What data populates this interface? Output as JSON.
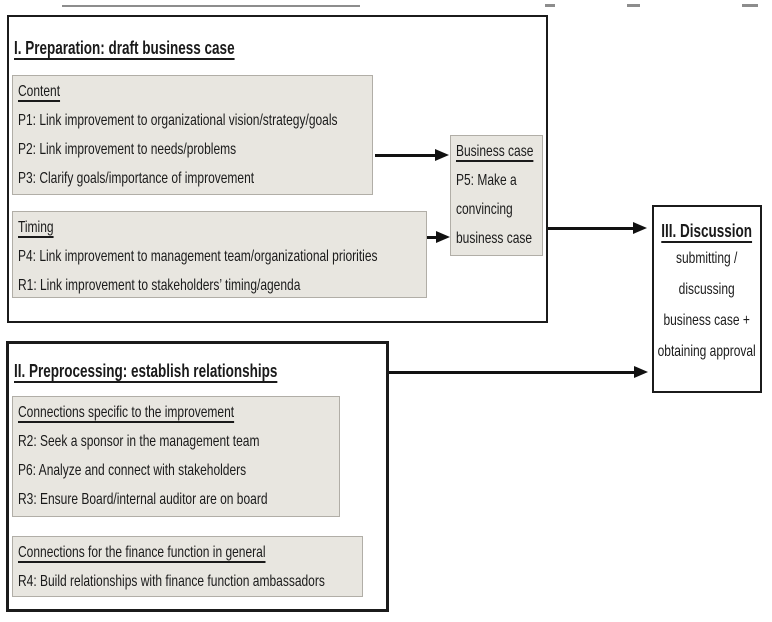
{
  "diagram": {
    "colors": {
      "background": "#ffffff",
      "panel_fill": "#e8e6e0",
      "panel_border": "#b1aea7",
      "stage_border": "#1b1b1b",
      "text": "#1a1a1a",
      "arrow": "#111111"
    },
    "stage1": {
      "title": "I. Preparation: draft business case",
      "content_group": {
        "header": "Content",
        "items": [
          "P1: Link improvement to organizational vision/strategy/goals",
          "P2: Link improvement to needs/problems",
          "P3: Clarify goals/importance of improvement"
        ]
      },
      "timing_group": {
        "header": "Timing",
        "items": [
          "P4: Link improvement to management team/organizational priorities",
          "R1: Link improvement to stakeholders’ timing/agenda"
        ]
      }
    },
    "business_case": {
      "header": "Business case",
      "body": "P5: Make a convincing business case"
    },
    "stage2": {
      "title": "II. Preprocessing: establish relationships",
      "specific_group": {
        "header": "Connections specific to the improvement",
        "items": [
          "R2: Seek a sponsor in the management team",
          "P6: Analyze and connect with stakeholders",
          "R3: Ensure Board/internal auditor are on board"
        ]
      },
      "general_group": {
        "header": "Connections for the finance function in general",
        "items": [
          "R4: Build relationships with finance function ambassadors"
        ]
      }
    },
    "stage3": {
      "title": "III. Discussion",
      "body": "submitting / discussing business case + obtaining approval"
    }
  }
}
